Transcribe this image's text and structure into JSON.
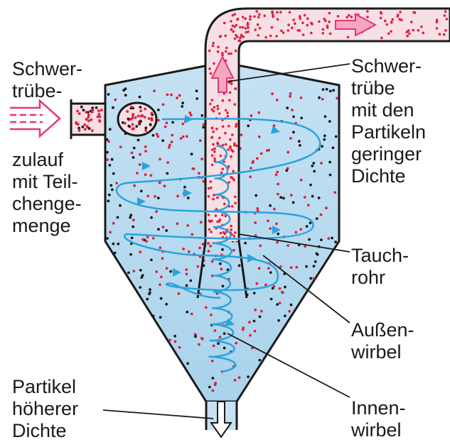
{
  "labels": {
    "feed_top": [
      "Schwer-",
      "trübe-"
    ],
    "feed_bottom": [
      "zulauf",
      "mit Teil-",
      "chenge-",
      "menge"
    ],
    "overflow": [
      "Schwer-",
      "trübe",
      "mit den",
      "Partikeln",
      "geringer",
      "Dichte"
    ],
    "dip_tube": [
      "Tauch-",
      "rohr"
    ],
    "outer_vortex": [
      "Außen-",
      "wirbel"
    ],
    "inner_vortex": [
      "Innen-",
      "wirbel"
    ],
    "underflow": [
      "Partikel",
      "höherer",
      "Dichte"
    ]
  },
  "colors": {
    "fluid": "#c9e4f4",
    "fluid_dark": "#a8d2ec",
    "pipe": "#f6dfe5",
    "flow_arrow": "#2aa3dc",
    "dense_particle": "#1a1a1a",
    "light_particle": "#e3203a",
    "feed_arrow": "#e8337a",
    "outline": "#1a1a1a"
  }
}
